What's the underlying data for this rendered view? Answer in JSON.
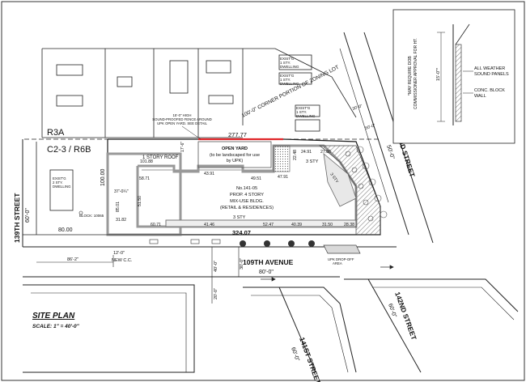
{
  "zoning": {
    "r3a": "R3A",
    "c2_3": "C2-3 / R6B"
  },
  "streets": {
    "st139": "139TH STREET",
    "st139_width": "60'-0\"",
    "ave109": "109TH AVENUE",
    "ave109_width": "80'-0\"",
    "st142": "142ND STREET",
    "st142_width": "50'-0\"",
    "st142b": "142ND STREET",
    "st142b_width": "60'-0\"",
    "st141": "141ST STREET",
    "st141_width": "60'-0\""
  },
  "labels": {
    "exist_dwelling_1": [
      "EXIST'G",
      "1 STY.",
      "DWELLING"
    ],
    "exist_dwelling_2": [
      "EXIST'G",
      "1 STY.",
      "DWELLING"
    ],
    "exist_dwelling_3": [
      "EXIST'G",
      "1 STY.",
      "DWELLING"
    ],
    "exist_dwelling_4": [
      "EXIST'G",
      "2 STY.",
      "DWELLING"
    ],
    "corner_lot": "100'-0\" CORNER PORTION OF ZONING LOT",
    "fence_note": [
      "15'-0\" HIGH",
      "SOUND-PROOFED FENCE AROUND",
      "UPK OPEN YARD. SEE DETAIL"
    ],
    "open_yard": [
      "OPEN YARD",
      "(to be landscaped for use",
      "by UPK)"
    ],
    "one_story_roof": "1 STORY ROOF",
    "block": "BLOCK: 10065",
    "building": [
      "No.141-05",
      "PROP. 4 STORY",
      "MIX-USE BLDG.",
      "(RETAIL & RESIDENCES)"
    ],
    "three_sty": "3 STY",
    "three_sty_b": "3 STY",
    "three_sty_c": "3 STY",
    "upk_dropoff": [
      "UPK DROP-OFF",
      "AREA"
    ],
    "new_cc": "NEW C.C.",
    "site_plan": "SITE PLAN",
    "scale": "SCALE: 1\" = 40'-0\"",
    "detail_note": [
      "*MAY REQUIRE DOB",
      "COMMISSIONER APPROVAL FOR HT."
    ],
    "detail_panels": [
      "ALL WEATHER",
      "SOUND PANELS"
    ],
    "detail_wall": [
      "CONC. BLOCK",
      "WALL"
    ],
    "detail_height": "15'-0\"*"
  },
  "dimensions": {
    "top_lot": "277.77",
    "front": "324.07",
    "left": "80.00",
    "depth": "100.00",
    "d101": "101.88",
    "d58": "58.71",
    "d43": "43.91",
    "d49": "49.51",
    "d47": "47.91",
    "d24": "24.91",
    "d27": "27.86",
    "d22": "22.48",
    "d17": "17'-6\"",
    "d37": "37'-0¼\"",
    "d85": "85.01",
    "d51": "51.50",
    "d31a": "31.82",
    "d60": "60.71",
    "d41": "41.46",
    "d52": "52.47",
    "d40": "40.39",
    "d31b": "31.50",
    "d28": "28.38",
    "d30": "30'-0\"",
    "d50": "50'-0\"",
    "d86": "86'-2\"",
    "d12": "12'-0\"",
    "d40v": "40'-0\"",
    "d30v": "30'-0\"",
    "d20v": "20'-0\""
  },
  "colors": {
    "line": "#1a1a1a",
    "lot_line": "#e0262a",
    "light_fill": "#d9d9d9",
    "hatch": "#888888"
  }
}
